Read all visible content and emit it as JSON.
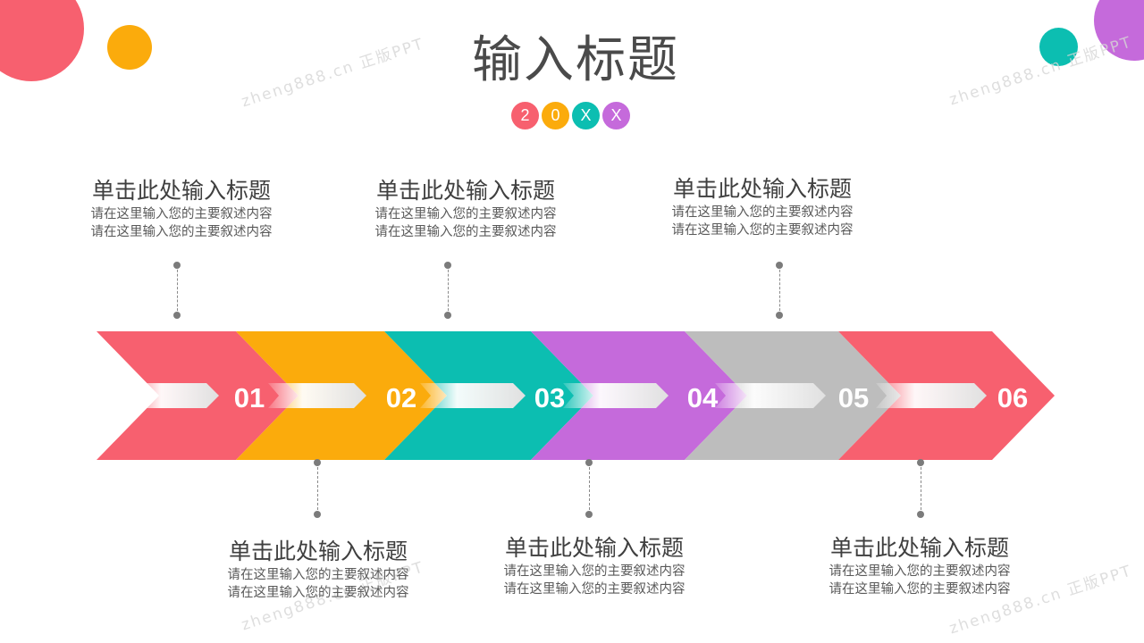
{
  "title": "输入标题",
  "year_badges": [
    {
      "text": "2",
      "color": "#f7606f"
    },
    {
      "text": "0",
      "color": "#fbab0c"
    },
    {
      "text": "X",
      "color": "#0cbeb1"
    },
    {
      "text": "X",
      "color": "#c56adb"
    }
  ],
  "watermark": "zheng888.cn 正版PPT",
  "colors": {
    "pink": "#f7606f",
    "orange": "#fbab0c",
    "teal": "#0cbeb1",
    "purple": "#c56adb",
    "gray": "#bdbdbd"
  },
  "steps": [
    {
      "number": "01",
      "color": "#f7606f",
      "position": "top",
      "title": "单击此处输入标题",
      "desc1": "请在这里输入您的主要叙述内容",
      "desc2": "请在这里输入您的主要叙述内容"
    },
    {
      "number": "02",
      "color": "#fbab0c",
      "position": "bottom",
      "title": "单击此处输入标题",
      "desc1": "请在这里输入您的主要叙述内容",
      "desc2": "请在这里输入您的主要叙述内容"
    },
    {
      "number": "03",
      "color": "#0cbeb1",
      "position": "top",
      "title": "单击此处输入标题",
      "desc1": "请在这里输入您的主要叙述内容",
      "desc2": "请在这里输入您的主要叙述内容"
    },
    {
      "number": "04",
      "color": "#c56adb",
      "position": "bottom",
      "title": "单击此处输入标题",
      "desc1": "请在这里输入您的主要叙述内容",
      "desc2": "请在这里输入您的主要叙述内容"
    },
    {
      "number": "05",
      "color": "#bdbdbd",
      "position": "top",
      "title": "单击此处输入标题",
      "desc1": "请在这里输入您的主要叙述内容",
      "desc2": "请在这里输入您的主要叙述内容"
    },
    {
      "number": "06",
      "color": "#f7606f",
      "position": "bottom",
      "title": "单击此处输入标题",
      "desc1": "请在这里输入您的主要叙述内容",
      "desc2": "请在这里输入您的主要叙述内容"
    }
  ]
}
